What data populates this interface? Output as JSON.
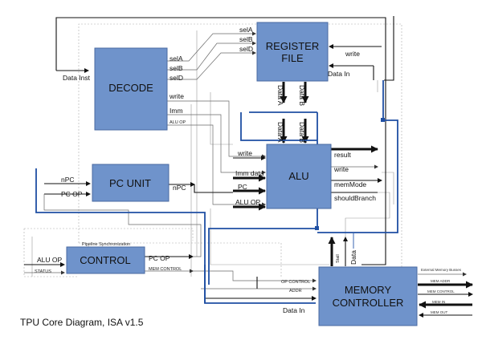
{
  "caption": "TPU Core Diagram, ISA v1.5",
  "blocks": {
    "decode": "DECODE",
    "register_file_line1": "REGISTER",
    "register_file_line2": "FILE",
    "alu": "ALU",
    "pc_unit": "PC UNIT",
    "control": "CONTROL",
    "memory_controller_line1": "MEMORY",
    "memory_controller_line2": "CONTROLLER"
  },
  "labels": {
    "data_inst": "Data Inst",
    "decode_selA": "selA",
    "decode_selB": "selB",
    "decode_selD": "selD",
    "decode_write": "write",
    "decode_imm": "Imm",
    "decode_alu_op": "ALU OP",
    "rf_selA": "selA",
    "rf_selB": "selB",
    "rf_selD": "selD",
    "rf_write": "write",
    "rf_data_in": "Data In",
    "rf_data_a": "Data A",
    "rf_data_b": "Data B",
    "alu_data_a": "Data A",
    "alu_data_b": "Data B",
    "alu_in_write": "write",
    "alu_in_imm_data": "Imm data",
    "alu_in_pc": "PC",
    "alu_in_alu_op": "ALU OP",
    "alu_out_result": "result",
    "alu_out_write": "write",
    "alu_out_memmode": "memMode",
    "alu_out_shouldbranch": "shouldBranch",
    "pc_in_npc": "nPC",
    "pc_in_pc_op": "PC OP",
    "pc_out_npc": "nPC",
    "ctrl_in_alu_op": "ALU OP",
    "ctrl_in_status": "STATUS",
    "ctrl_out_pc_op": "PC OP",
    "ctrl_out_mem_control": "MEM CONTROL",
    "pipeline_sync": "Pipeline Synchronization",
    "mc_in_op_control": "OP CONTROL",
    "mc_in_addr": "ADDR",
    "mc_in_data_in": "Data In",
    "mc_out_stall": "Stall",
    "mc_out_data": "Data",
    "ext_mem_busses": "External Memory Busses",
    "ext_mem_addr": "MEM ADDR",
    "ext_mem_control": "MEM CONTROL",
    "ext_mem_in": "MEM IN",
    "ext_mem_out": "MEM OUT"
  },
  "colors": {
    "block_fill": "#6f93cb",
    "block_stroke": "#4a6aa0",
    "bus_blue": "#1f4fa3"
  }
}
